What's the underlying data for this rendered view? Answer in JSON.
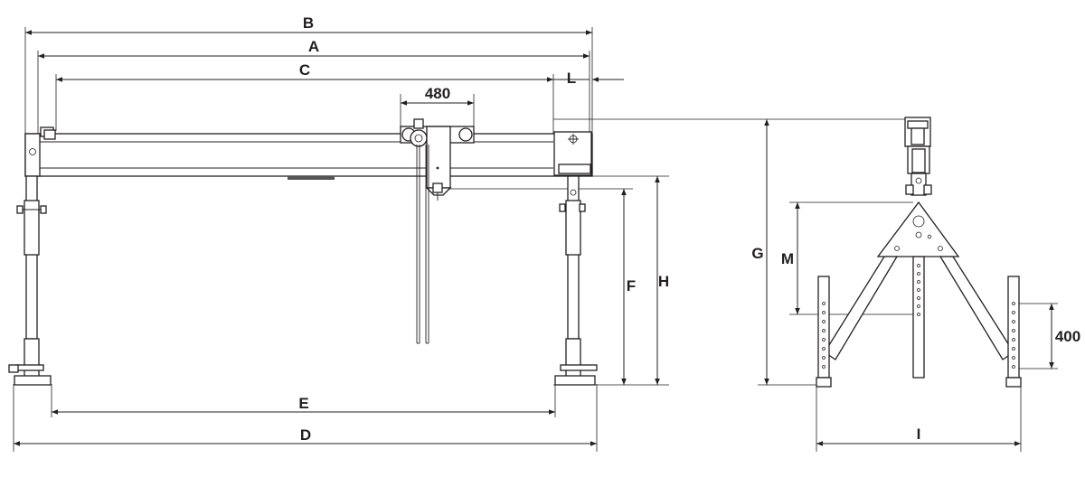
{
  "diagram": {
    "colors": {
      "ink": "#231f20",
      "background": "#ffffff"
    },
    "labels": {
      "B": "B",
      "A": "A",
      "C": "C",
      "L": "L",
      "trolley_width": "480",
      "G": "G",
      "M": "M",
      "F": "F",
      "H": "H",
      "E": "E",
      "D": "D",
      "I": "I",
      "hole_spacing": "400"
    }
  }
}
